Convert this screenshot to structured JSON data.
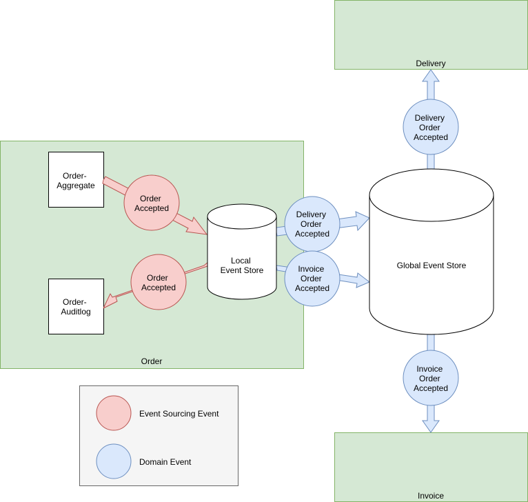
{
  "colors": {
    "container_fill": "#d5e8d4",
    "container_stroke": "#82b366",
    "es_fill": "#f8cecc",
    "es_stroke": "#b85450",
    "domain_fill": "#dae8fc",
    "domain_stroke": "#6c8ebf",
    "legend_fill": "#f5f5f5",
    "legend_stroke": "#666666"
  },
  "containers": {
    "order": "Order",
    "delivery": "Delivery",
    "invoice": "Invoice"
  },
  "boxes": {
    "aggregate": [
      "Order-",
      "Aggregate"
    ],
    "auditlog": [
      "Order-",
      "Auditlog"
    ]
  },
  "stores": {
    "local": [
      "Local",
      "Event Store"
    ],
    "global": [
      "Global Event Store"
    ]
  },
  "events": {
    "order_accepted_in": [
      "Order",
      "Accepted"
    ],
    "order_accepted_out": [
      "Order",
      "Accepted"
    ],
    "delivery_local": [
      "Delivery",
      "Order",
      "Accepted"
    ],
    "invoice_local": [
      "Invoice",
      "Order",
      "Accepted"
    ],
    "delivery_global": [
      "Delivery",
      "Order",
      "Accepted"
    ],
    "invoice_global": [
      "Invoice",
      "Order",
      "Accepted"
    ]
  },
  "legend": {
    "event_sourcing": "Event Sourcing Event",
    "domain": "Domain Event"
  }
}
